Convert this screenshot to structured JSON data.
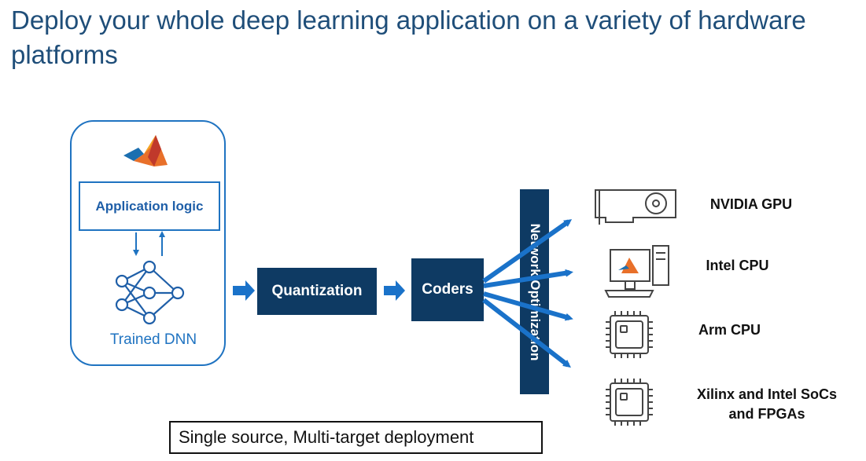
{
  "title": "Deploy your whole deep learning application on a variety of hardware platforms",
  "source_box": {
    "app_logic_label": "Application logic",
    "dnn_label": "Trained DNN",
    "logo_icon": "matlab-logo-icon",
    "network_icon": "neural-network-icon"
  },
  "stages": {
    "quantization": "Quantization",
    "coders": "Coders",
    "network_optimization": "Network Optimization"
  },
  "targets": [
    {
      "label": "NVIDIA GPU",
      "icon": "gpu-card-icon"
    },
    {
      "label": "Intel CPU",
      "icon": "desktop-computer-icon"
    },
    {
      "label": "Arm CPU",
      "icon": "chip-icon"
    },
    {
      "label_line1": "Xilinx and Intel SoCs",
      "label_line2": "and FPGAs",
      "icon": "chip-icon"
    }
  ],
  "footer": "Single source, Multi-target deployment",
  "colors": {
    "title": "#1f4e79",
    "accent_blue": "#1f73c1",
    "dark_navy": "#0e3a63",
    "arrow_blue": "#1a72c9"
  }
}
